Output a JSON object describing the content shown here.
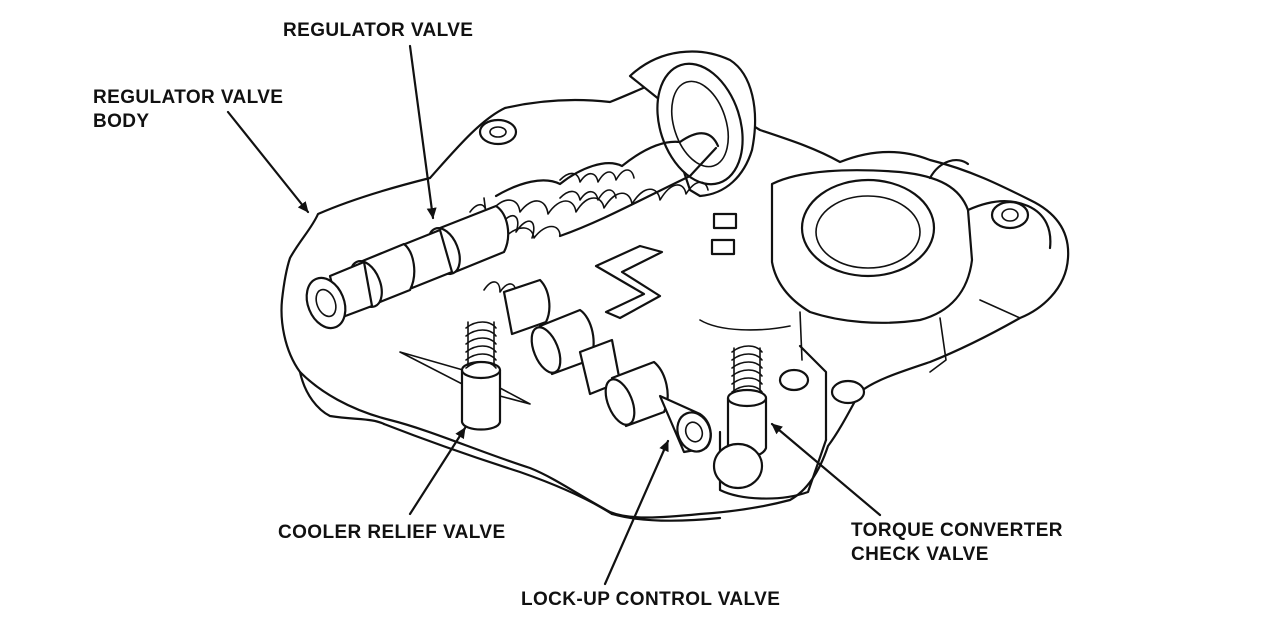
{
  "diagram": {
    "callouts": {
      "regulator_valve": "REGULATOR VALVE",
      "regulator_valve_body": "REGULATOR VALVE\nBODY",
      "cooler_relief_valve": "COOLER RELIEF VALVE",
      "lock_up_control_valve": "LOCK-UP CONTROL VALVE",
      "torque_converter_check_valve": "TORQUE CONVERTER\nCHECK VALVE"
    },
    "colors": {
      "line": "#111111",
      "background": "#ffffff"
    }
  }
}
